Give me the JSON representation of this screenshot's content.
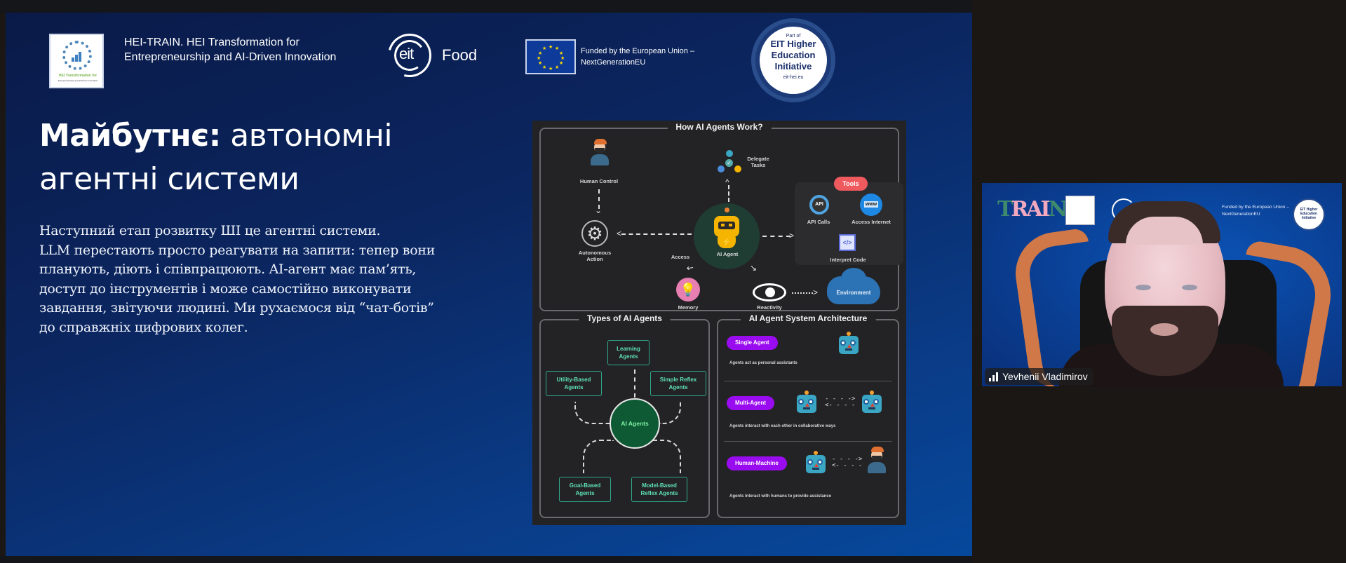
{
  "slide": {
    "header": {
      "hei_logo": {
        "caption": "HEI Transformation for",
        "subcaption": "Entrepreneurship and AI-Driven Innovation"
      },
      "hei_title_line1": "HEI-TRAIN. HEI Transformation for",
      "hei_title_line2": "Entrepreneurship and AI-Driven Innovation",
      "eit_logo_mark": "eit",
      "eit_logo_word": "Food",
      "eu_text_line1": "Funded by the European Union –",
      "eu_text_line2": "NextGenerationEU",
      "badge": {
        "part_of": "Part of",
        "line1": "EIT Higher",
        "line2": "Education",
        "line3": "Initiative",
        "url": "eit-hei.eu"
      }
    },
    "title_bold": "Майбутнє:",
    "title_rest_line1": " автономні",
    "title_line2": "агентні системи",
    "body": [
      "Наступний етап розвитку ШІ це агентні системи.",
      "LLM перестають просто реагувати на запити: тепер вони",
      "планують, діють і співпрацюють. AI-агент має пам’ять,",
      "доступ до інструментів і може самостійно виконувати",
      "завдання, звітуючи людині. Ми рухаємося від “чат-ботів”",
      "до справжніх цифрових колег."
    ],
    "infographic": {
      "how_title": "How AI Agents Work?",
      "human_control": "Human Control",
      "delegate_tasks_1": "Delegate",
      "delegate_tasks_2": "Tasks",
      "autonomous_1": "Autonomous",
      "autonomous_2": "Action",
      "ai_agent": "AI Agent",
      "access": "Access",
      "memory": "Memory",
      "reactivity": "Reactivity",
      "environment": "Environment",
      "tools": "Tools",
      "api_glyph": "API",
      "api_calls": "API Calls",
      "www_glyph": "www",
      "access_internet": "Access Internet",
      "code_glyph": "</>",
      "interpret_code": "Interpret Code",
      "types_title": "Types of AI Agents",
      "types_center": "AI Agents",
      "types": [
        {
          "line1": "Learning",
          "line2": "Agents"
        },
        {
          "line1": "Utility-Based",
          "line2": "Agents"
        },
        {
          "line1": "Simple Reflex",
          "line2": "Agents"
        },
        {
          "line1": "Goal-Based",
          "line2": "Agents"
        },
        {
          "line1": "Model-Based",
          "line2": "Reflex Agents"
        }
      ],
      "arch_title": "AI Agent System Architecture",
      "arch": [
        {
          "label": "Single Agent",
          "desc": "Agents act as personal assistants"
        },
        {
          "label": "Multi-Agent",
          "desc": "Agents interact with each other in collaborative ways"
        },
        {
          "label": "Human-Machine",
          "desc": "Agents interact with humans to provide assistance"
        }
      ],
      "arrow_right": "- - - ->",
      "arrow_left": "<- - - -"
    }
  },
  "video": {
    "participant_name": "Yevhenii Vladimirov",
    "signal_icon": "signal-bars-icon",
    "bg_train": "TRAIN",
    "bg_eu_line1": "Funded by the European Union –",
    "bg_eu_line2": "NextGenerationEU",
    "bg_badge": "EIT Higher Education Initiative"
  },
  "colors": {
    "tools_pill": "#ef5a5e",
    "arch_pill": "#9a0cf0",
    "types_accent": "#5fe0b6",
    "slide_bg_dark": "#0a1a48",
    "slide_bg_light": "#06489c"
  }
}
